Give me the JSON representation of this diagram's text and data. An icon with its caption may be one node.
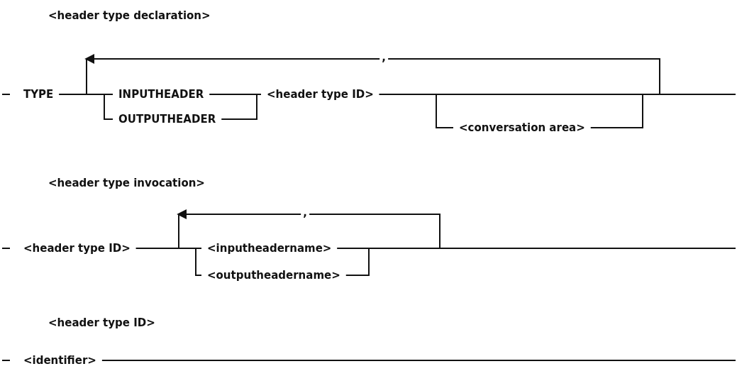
{
  "diagram": {
    "nodes": [
      {
        "text": [
          "TYPE"
        ]
      },
      {
        "text": [
          "INPUTHEADER"
        ]
      },
      {
        "text": [
          "OUTPUTHEADER"
        ]
      },
      {
        "text": [
          "<header type ID>"
        ]
      },
      {
        "text": [
          "<conversation area>"
        ]
      },
      {
        "text": [
          "<header type ID>"
        ]
      },
      {
        "text": [
          "<inputheadername>"
        ]
      },
      {
        "text": [
          "<outputheadername>"
        ]
      },
      {
        "text": [
          "<identifier>"
        ]
      }
    ],
    "edges": [
      {
        "from": 0,
        "to": 1,
        "arrow": "none"
      },
      {
        "from": 0,
        "to": 2,
        "arrow": "none"
      },
      {
        "from": 1,
        "to": 3,
        "arrow": "none"
      },
      {
        "from": 2,
        "to": 3,
        "arrow": "none"
      },
      {
        "from": 3,
        "to": 4,
        "arrow": "none"
      },
      {
        "from": 3,
        "to": null,
        "arrow": "none"
      },
      {
        "from": 4,
        "to": null,
        "arrow": "none"
      },
      {
        "from": 3,
        "to": null,
        "arrow": "to",
        "label": ","
      },
      {
        "from": 5,
        "to": 6,
        "arrow": "none"
      },
      {
        "from": 5,
        "to": 7,
        "arrow": "none"
      },
      {
        "from": 6,
        "to": null,
        "arrow": "none"
      },
      {
        "from": 7,
        "to": null,
        "arrow": "none"
      },
      {
        "from": 6,
        "to": null,
        "arrow": "to",
        "label": ","
      },
      {
        "from": 8,
        "to": null,
        "arrow": "none"
      }
    ],
    "labels": [
      "<header type declaration>",
      "<header type invocation>",
      "<header type ID>"
    ]
  }
}
